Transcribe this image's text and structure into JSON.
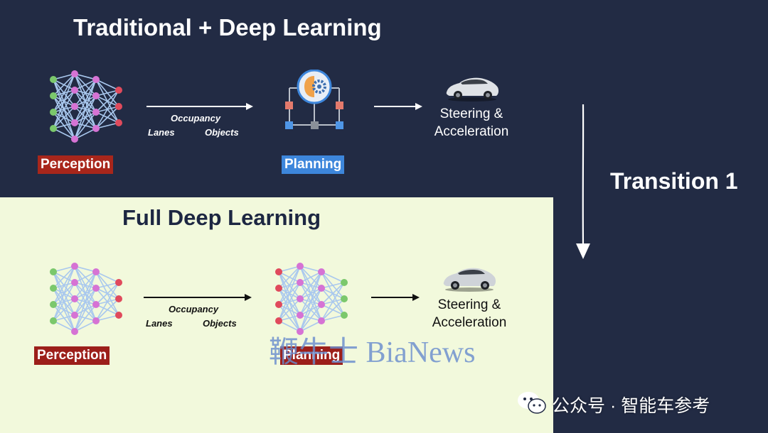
{
  "top": {
    "title": "Traditional + Deep Learning",
    "perception_label": "Perception",
    "planning_label": "Planning",
    "flow": {
      "occupancy": "Occupancy",
      "lanes": "Lanes",
      "objects": "Objects"
    },
    "output": {
      "line1": "Steering &",
      "line2": "Acceleration"
    }
  },
  "bottom": {
    "title": "Full Deep Learning",
    "perception_label": "Perception",
    "planning_label": "Planning",
    "flow": {
      "occupancy": "Occupancy",
      "lanes": "Lanes",
      "objects": "Objects"
    },
    "output": {
      "line1": "Steering &",
      "line2": "Acceleration"
    }
  },
  "transition": {
    "label": "Transition 1"
  },
  "watermark": {
    "text": "鞭牛士 BiaNews"
  },
  "wechat": {
    "text": "公众号 · 智能车参考"
  },
  "colors": {
    "navy": "#222b44",
    "light_green": "#f2f9dc",
    "node_green": "#7bc86c",
    "node_pink": "#d673d4",
    "node_red": "#e04a5c",
    "perception_red": "#a8261b",
    "planning_blue": "#3d86db"
  },
  "icons": [
    "neural-network-icon",
    "planning-robot-icon",
    "car-icon",
    "down-arrow-icon",
    "wechat-icon"
  ]
}
